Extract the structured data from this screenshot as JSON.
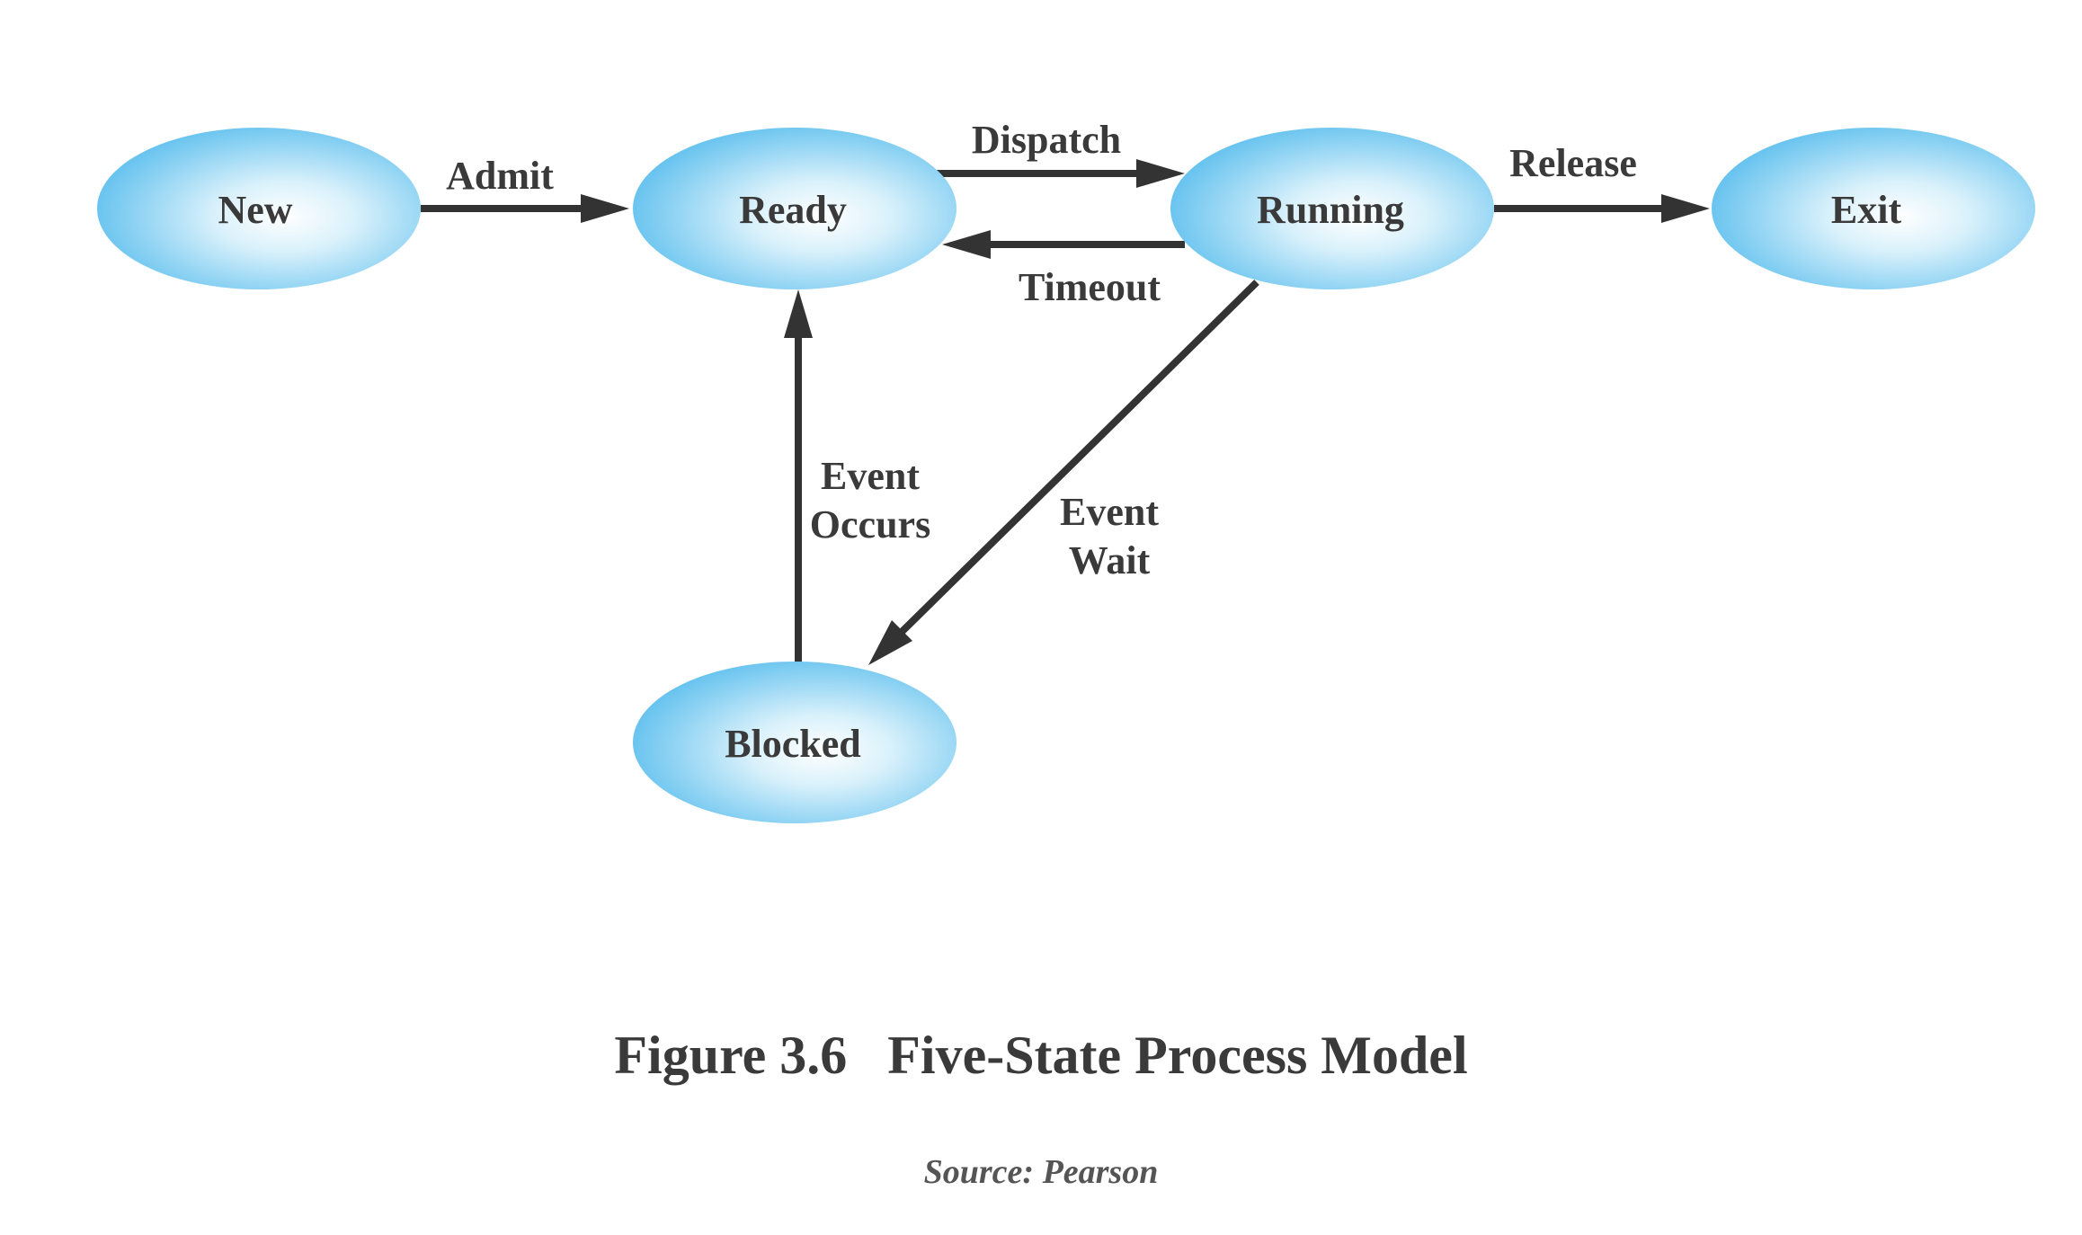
{
  "states": {
    "new": "New",
    "ready": "Ready",
    "running": "Running",
    "exit": "Exit",
    "blocked": "Blocked"
  },
  "transitions": {
    "admit": "Admit",
    "dispatch": "Dispatch",
    "timeout": "Timeout",
    "release": "Release",
    "event_occurs": [
      "Event",
      "Occurs"
    ],
    "event_wait": [
      "Event",
      "Wait"
    ]
  },
  "caption": "Figure 3.6   Five-State Process Model",
  "source": "Source: Pearson",
  "colors": {
    "state_fill_center": "#ffffff",
    "state_fill_edge": "#5fc0ee",
    "arrow": "#333333",
    "text": "#3a3a3a"
  }
}
